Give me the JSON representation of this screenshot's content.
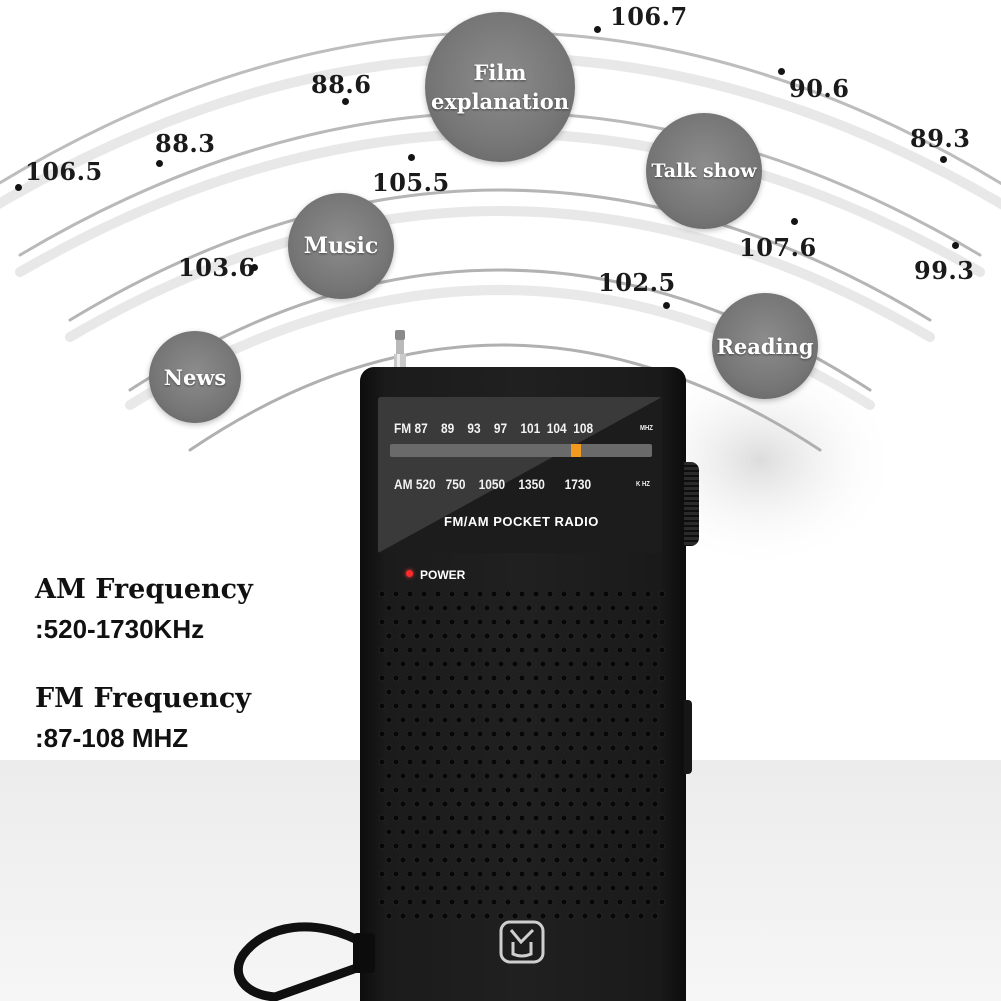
{
  "frequencies": [
    {
      "label": "106.7",
      "dot_side": "left"
    },
    {
      "label": "88.6",
      "dot_side": "below"
    },
    {
      "label": "90.6",
      "dot_side": "left"
    },
    {
      "label": "88.3",
      "dot_side": "below"
    },
    {
      "label": "89.3",
      "dot_side": "below"
    },
    {
      "label": "106.5",
      "dot_side": "left"
    },
    {
      "label": "105.5",
      "dot_side": "above"
    },
    {
      "label": "107.6",
      "dot_side": "above"
    },
    {
      "label": "103.6",
      "dot_side": "right"
    },
    {
      "label": "99.3",
      "dot_side": "above"
    },
    {
      "label": "102.5",
      "dot_side": "below"
    }
  ],
  "bubbles": [
    {
      "line1": "Film",
      "line2": "explanation"
    },
    {
      "line1": "Talk show",
      "line2": ""
    },
    {
      "line1": "Music",
      "line2": ""
    },
    {
      "line1": "News",
      "line2": ""
    },
    {
      "line1": "Reading",
      "line2": ""
    }
  ],
  "specs": {
    "am_title": "AM Frequency",
    "am_value": ":520-1730KHz",
    "fm_title": "FM Frequency",
    "fm_value": ":87-108 MHZ"
  },
  "radio": {
    "fm_scale": "FM 87    89    93    97    101  104  108",
    "fm_unit": "MHZ",
    "am_scale": "AM 520   750    1050    1350      1730",
    "am_unit": "K HZ",
    "dial_label": "FM/AM POCKET RADIO",
    "power_label": "POWER",
    "tuner_position": 0.72
  },
  "colors": {
    "bubble": "#7a7a7a",
    "radio_body": "#1c1c1c",
    "tuner_needle": "#f29a1f",
    "power_led": "#ff2a2a"
  },
  "icons": {
    "logo": "brand-logo-icon",
    "antenna": "antenna-icon"
  }
}
